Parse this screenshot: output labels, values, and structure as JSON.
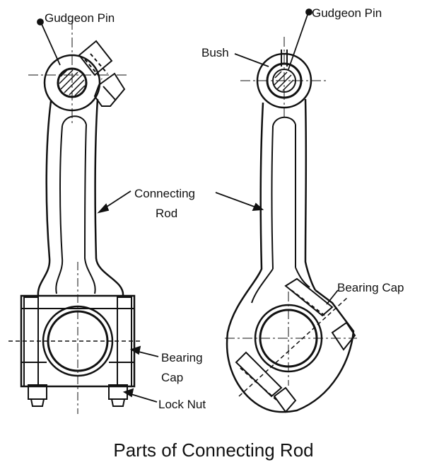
{
  "title": "Parts of Connecting Rod",
  "labels": {
    "left_gudgeon_pin": "Gudgeon Pin",
    "right_gudgeon_pin": "Gudgeon Pin",
    "bush": "Bush",
    "connecting_rod_line1": "Connecting",
    "connecting_rod_line2": "Rod",
    "right_bearing_cap": "Bearing Cap",
    "left_bearing_cap_line1": "Bearing",
    "left_bearing_cap_line2": "Cap",
    "lock_nut": "Lock Nut"
  }
}
